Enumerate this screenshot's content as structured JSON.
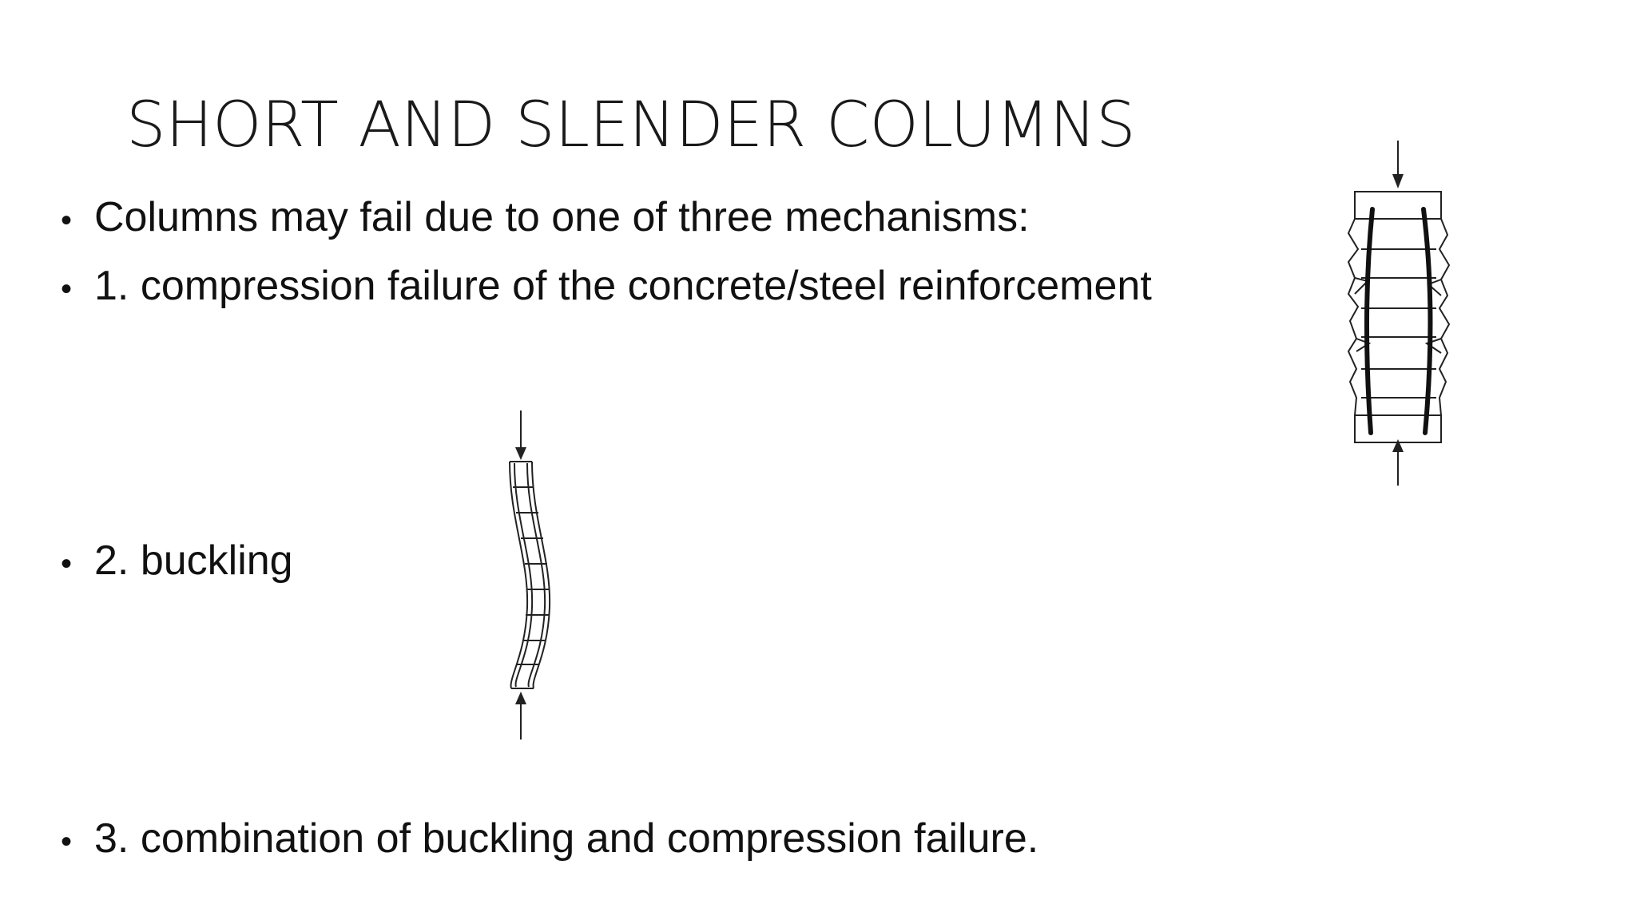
{
  "slide": {
    "title": "SHORT AND SLENDER COLUMNS",
    "bullets": [
      {
        "marker": "•",
        "text": "Columns may fail due to one of three mechanisms:"
      },
      {
        "marker": "•",
        "text": "1. compression failure of the concrete/steel reinforcement"
      },
      {
        "marker": "•",
        "text": "2. buckling"
      },
      {
        "marker": "•",
        "text": "3. combination of buckling and compression failure."
      }
    ]
  },
  "figures": {
    "compression": {
      "icon": "crushed-column-diagram-icon"
    },
    "buckling": {
      "icon": "buckled-column-diagram-icon"
    }
  },
  "colors": {
    "background": "#ffffff",
    "text": "#1a1a1a",
    "line": "#222222"
  }
}
